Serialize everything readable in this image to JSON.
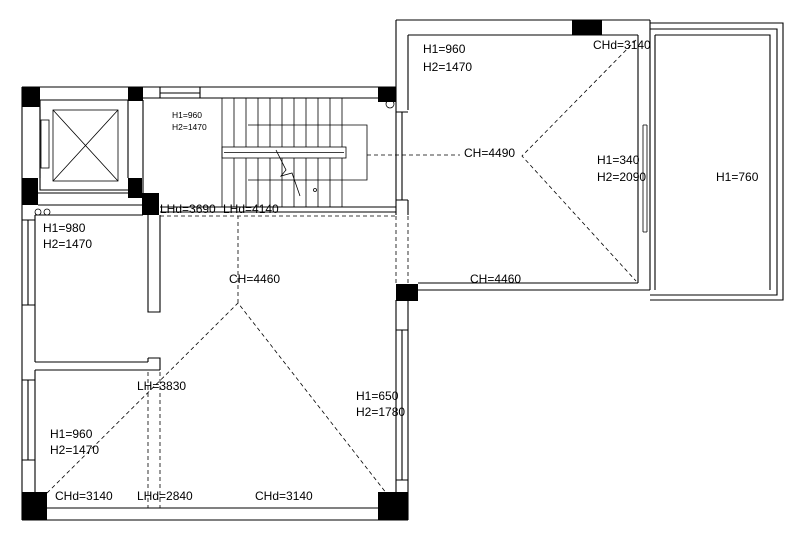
{
  "colors": {
    "line": "#000000",
    "background": "#ffffff"
  },
  "east_room": {
    "h1": "H1=960",
    "h2": "H2=1470",
    "chd": "CHd=3140",
    "ch_ridge": "CH=4490",
    "ch_south": "CH=4460"
  },
  "east_opening": {
    "h1": "H1=340",
    "h2": "H2=2090"
  },
  "balcony": {
    "h1": "H1=760"
  },
  "stair": {
    "h1": "H1=960",
    "h2": "H2=1470",
    "lhd_west": "LHd=3690",
    "lhd_east": "LHd=4140"
  },
  "west_room": {
    "h1": "H1=980",
    "h2": "H2=1470"
  },
  "hall": {
    "ch": "CH=4460",
    "lh": "LH=3830",
    "h1": "H1=650",
    "h2": "H2=1780"
  },
  "south_room": {
    "h1": "H1=960",
    "h2": "H2=1470",
    "chd_west": "CHd=3140",
    "lhd": "LHd=2840",
    "chd_east": "CHd=3140"
  }
}
